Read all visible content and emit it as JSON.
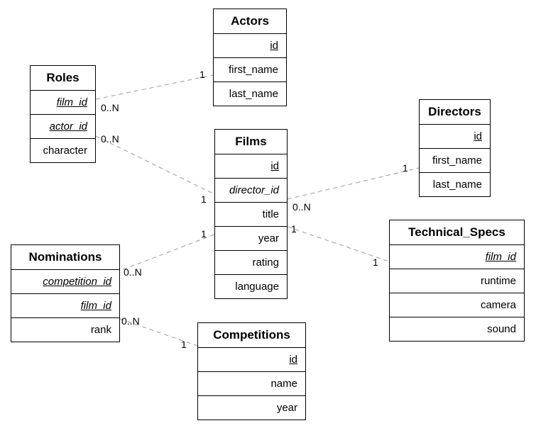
{
  "diagram": {
    "tables": [
      {
        "id": "actors",
        "title": "Actors",
        "fields": [
          {
            "name": "id",
            "style": "pk"
          },
          {
            "name": "first_name",
            "style": "plain"
          },
          {
            "name": "last_name",
            "style": "plain"
          }
        ]
      },
      {
        "id": "roles",
        "title": "Roles",
        "fields": [
          {
            "name": "film_id",
            "style": "pkfk"
          },
          {
            "name": "actor_id",
            "style": "pkfk"
          },
          {
            "name": "character",
            "style": "plain"
          }
        ]
      },
      {
        "id": "films",
        "title": "Films",
        "fields": [
          {
            "name": "id",
            "style": "pk"
          },
          {
            "name": "director_id",
            "style": "fk"
          },
          {
            "name": "title",
            "style": "plain"
          },
          {
            "name": "year",
            "style": "plain"
          },
          {
            "name": "rating",
            "style": "plain"
          },
          {
            "name": "language",
            "style": "plain"
          }
        ]
      },
      {
        "id": "directors",
        "title": "Directors",
        "fields": [
          {
            "name": "id",
            "style": "pk"
          },
          {
            "name": "first_name",
            "style": "plain"
          },
          {
            "name": "last_name",
            "style": "plain"
          }
        ]
      },
      {
        "id": "nominations",
        "title": "Nominations",
        "fields": [
          {
            "name": "competition_id",
            "style": "pkfk"
          },
          {
            "name": "film_id",
            "style": "pkfk"
          },
          {
            "name": "rank",
            "style": "plain"
          }
        ]
      },
      {
        "id": "technical_specs",
        "title": "Technical_Specs",
        "fields": [
          {
            "name": "film_id",
            "style": "pkfk"
          },
          {
            "name": "runtime",
            "style": "plain"
          },
          {
            "name": "camera",
            "style": "plain"
          },
          {
            "name": "sound",
            "style": "plain"
          }
        ]
      },
      {
        "id": "competitions",
        "title": "Competitions",
        "fields": [
          {
            "name": "id",
            "style": "pk"
          },
          {
            "name": "name",
            "style": "plain"
          },
          {
            "name": "year",
            "style": "plain"
          }
        ]
      }
    ],
    "relationships": [
      {
        "from_table": "Roles",
        "to_table": "Actors",
        "from_card": "0..N",
        "to_card": "1"
      },
      {
        "from_table": "Roles",
        "to_table": "Films",
        "from_card": "0..N",
        "to_card": "1"
      },
      {
        "from_table": "Films",
        "to_table": "Directors",
        "from_card": "0..N",
        "to_card": "1"
      },
      {
        "from_table": "Films",
        "to_table": "Technical_Specs",
        "from_card": "1",
        "to_card": "1"
      },
      {
        "from_table": "Films",
        "to_table": "Nominations",
        "from_card": "1",
        "to_card": "0..N"
      },
      {
        "from_table": "Nominations",
        "to_table": "Competitions",
        "from_card": "0..N",
        "to_card": "1"
      }
    ],
    "colors": {
      "border": "#000000",
      "line": "#999999",
      "background": "#ffffff",
      "text": "#000000"
    }
  }
}
